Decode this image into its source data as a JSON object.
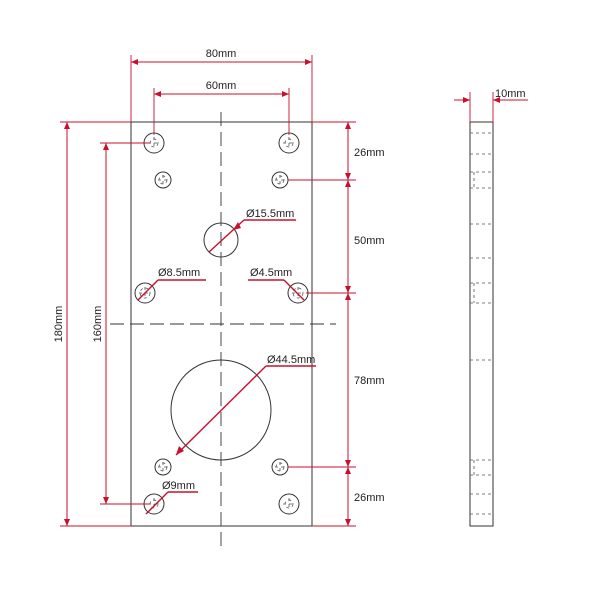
{
  "colors": {
    "dimension": "#c8102e",
    "outline": "#333333",
    "background": "#ffffff"
  },
  "dimensions": {
    "width_outer": "80mm",
    "width_inner": "60mm",
    "height_outer": "180mm",
    "height_inner": "160mm",
    "thickness": "10mm",
    "seg_top": "26mm",
    "seg_middle": "50mm",
    "seg_lower": "78mm",
    "seg_bottom": "26mm"
  },
  "callouts": {
    "center_hole": "Ø15.5mm",
    "large_hole": "Ø44.5mm",
    "mount_hole_left": "Ø8.5mm",
    "mount_hole_right": "Ø4.5mm",
    "bottom_hole": "Ø9mm"
  }
}
